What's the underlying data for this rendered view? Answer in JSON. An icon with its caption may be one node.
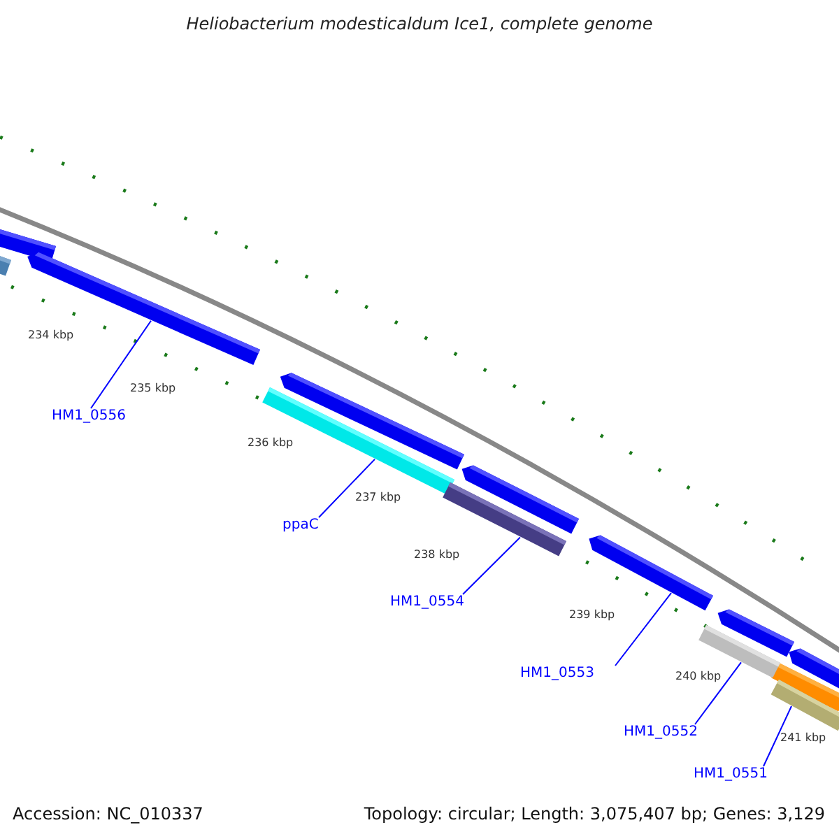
{
  "diagram": {
    "title": "Heliobacterium modesticaldum Ice1, complete genome",
    "nodes": [
      {
        "text": [],
        "shape": "bar"
      },
      {
        "text": [],
        "shape": "bar"
      },
      {
        "text": [],
        "shape": "bar"
      },
      {
        "text": [],
        "shape": "bar"
      },
      {
        "text": [],
        "shape": "bar"
      },
      {
        "text": [],
        "shape": "bar"
      },
      {
        "text": [
          "HM1_0556"
        ]
      },
      {
        "text": [
          "ppaC"
        ]
      },
      {
        "text": [
          "HM1_0554"
        ]
      },
      {
        "text": [
          "HM1_0553"
        ]
      },
      {
        "text": [
          "HM1_0552"
        ]
      },
      {
        "text": [
          "HM1_0551"
        ]
      }
    ],
    "edges": [
      {
        "from": 6,
        "to": 0,
        "arrow": "none"
      },
      {
        "from": 7,
        "to": 1,
        "arrow": "none"
      },
      {
        "from": 8,
        "to": 2,
        "arrow": "none"
      },
      {
        "from": 9,
        "to": 3,
        "arrow": "none"
      },
      {
        "from": 10,
        "to": 4,
        "arrow": "none"
      },
      {
        "from": 11,
        "to": 5,
        "arrow": "none"
      }
    ],
    "labels": [
      "234 kbp",
      "235 kbp",
      "236 kbp",
      "237 kbp",
      "238 kbp",
      "239 kbp",
      "240 kbp",
      "241 kbp",
      "Accession: NC_010337",
      "Topology: circular; Length: 3,075,407 bp; Genes: 3,129"
    ]
  }
}
